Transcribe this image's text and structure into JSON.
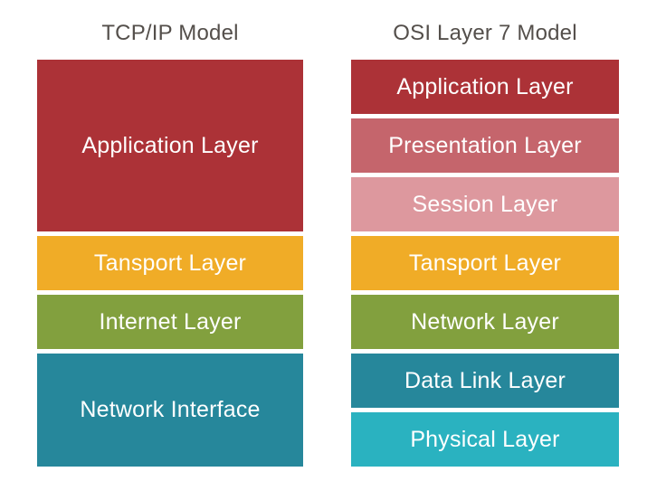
{
  "diagram": {
    "background": "#FFFFFF",
    "title_color": "#544F4B",
    "box_text_color": "#FFFFFF",
    "left_column": {
      "title": "TCP/IP Model",
      "layers": [
        {
          "label": "Application Layer",
          "color": "#AC3237",
          "row_span": 3
        },
        {
          "label": "Tansport Layer",
          "color": "#F0AC27",
          "row_span": 1
        },
        {
          "label": "Internet Layer",
          "color": "#82A03E",
          "row_span": 1
        },
        {
          "label": "Network Interface",
          "color": "#26879B",
          "row_span": 2
        }
      ]
    },
    "right_column": {
      "title": "OSI Layer 7 Model",
      "layers": [
        {
          "label": "Application Layer",
          "color": "#AC3237",
          "row_span": 1
        },
        {
          "label": "Presentation Layer",
          "color": "#C5656C",
          "row_span": 1
        },
        {
          "label": "Session Layer",
          "color": "#DD989E",
          "row_span": 1
        },
        {
          "label": "Tansport Layer",
          "color": "#F0AC27",
          "row_span": 1
        },
        {
          "label": "Network Layer",
          "color": "#82A03E",
          "row_span": 1
        },
        {
          "label": "Data Link Layer",
          "color": "#26879B",
          "row_span": 1
        },
        {
          "label": "Physical Layer",
          "color": "#2AB2C0",
          "row_span": 1
        }
      ]
    }
  }
}
